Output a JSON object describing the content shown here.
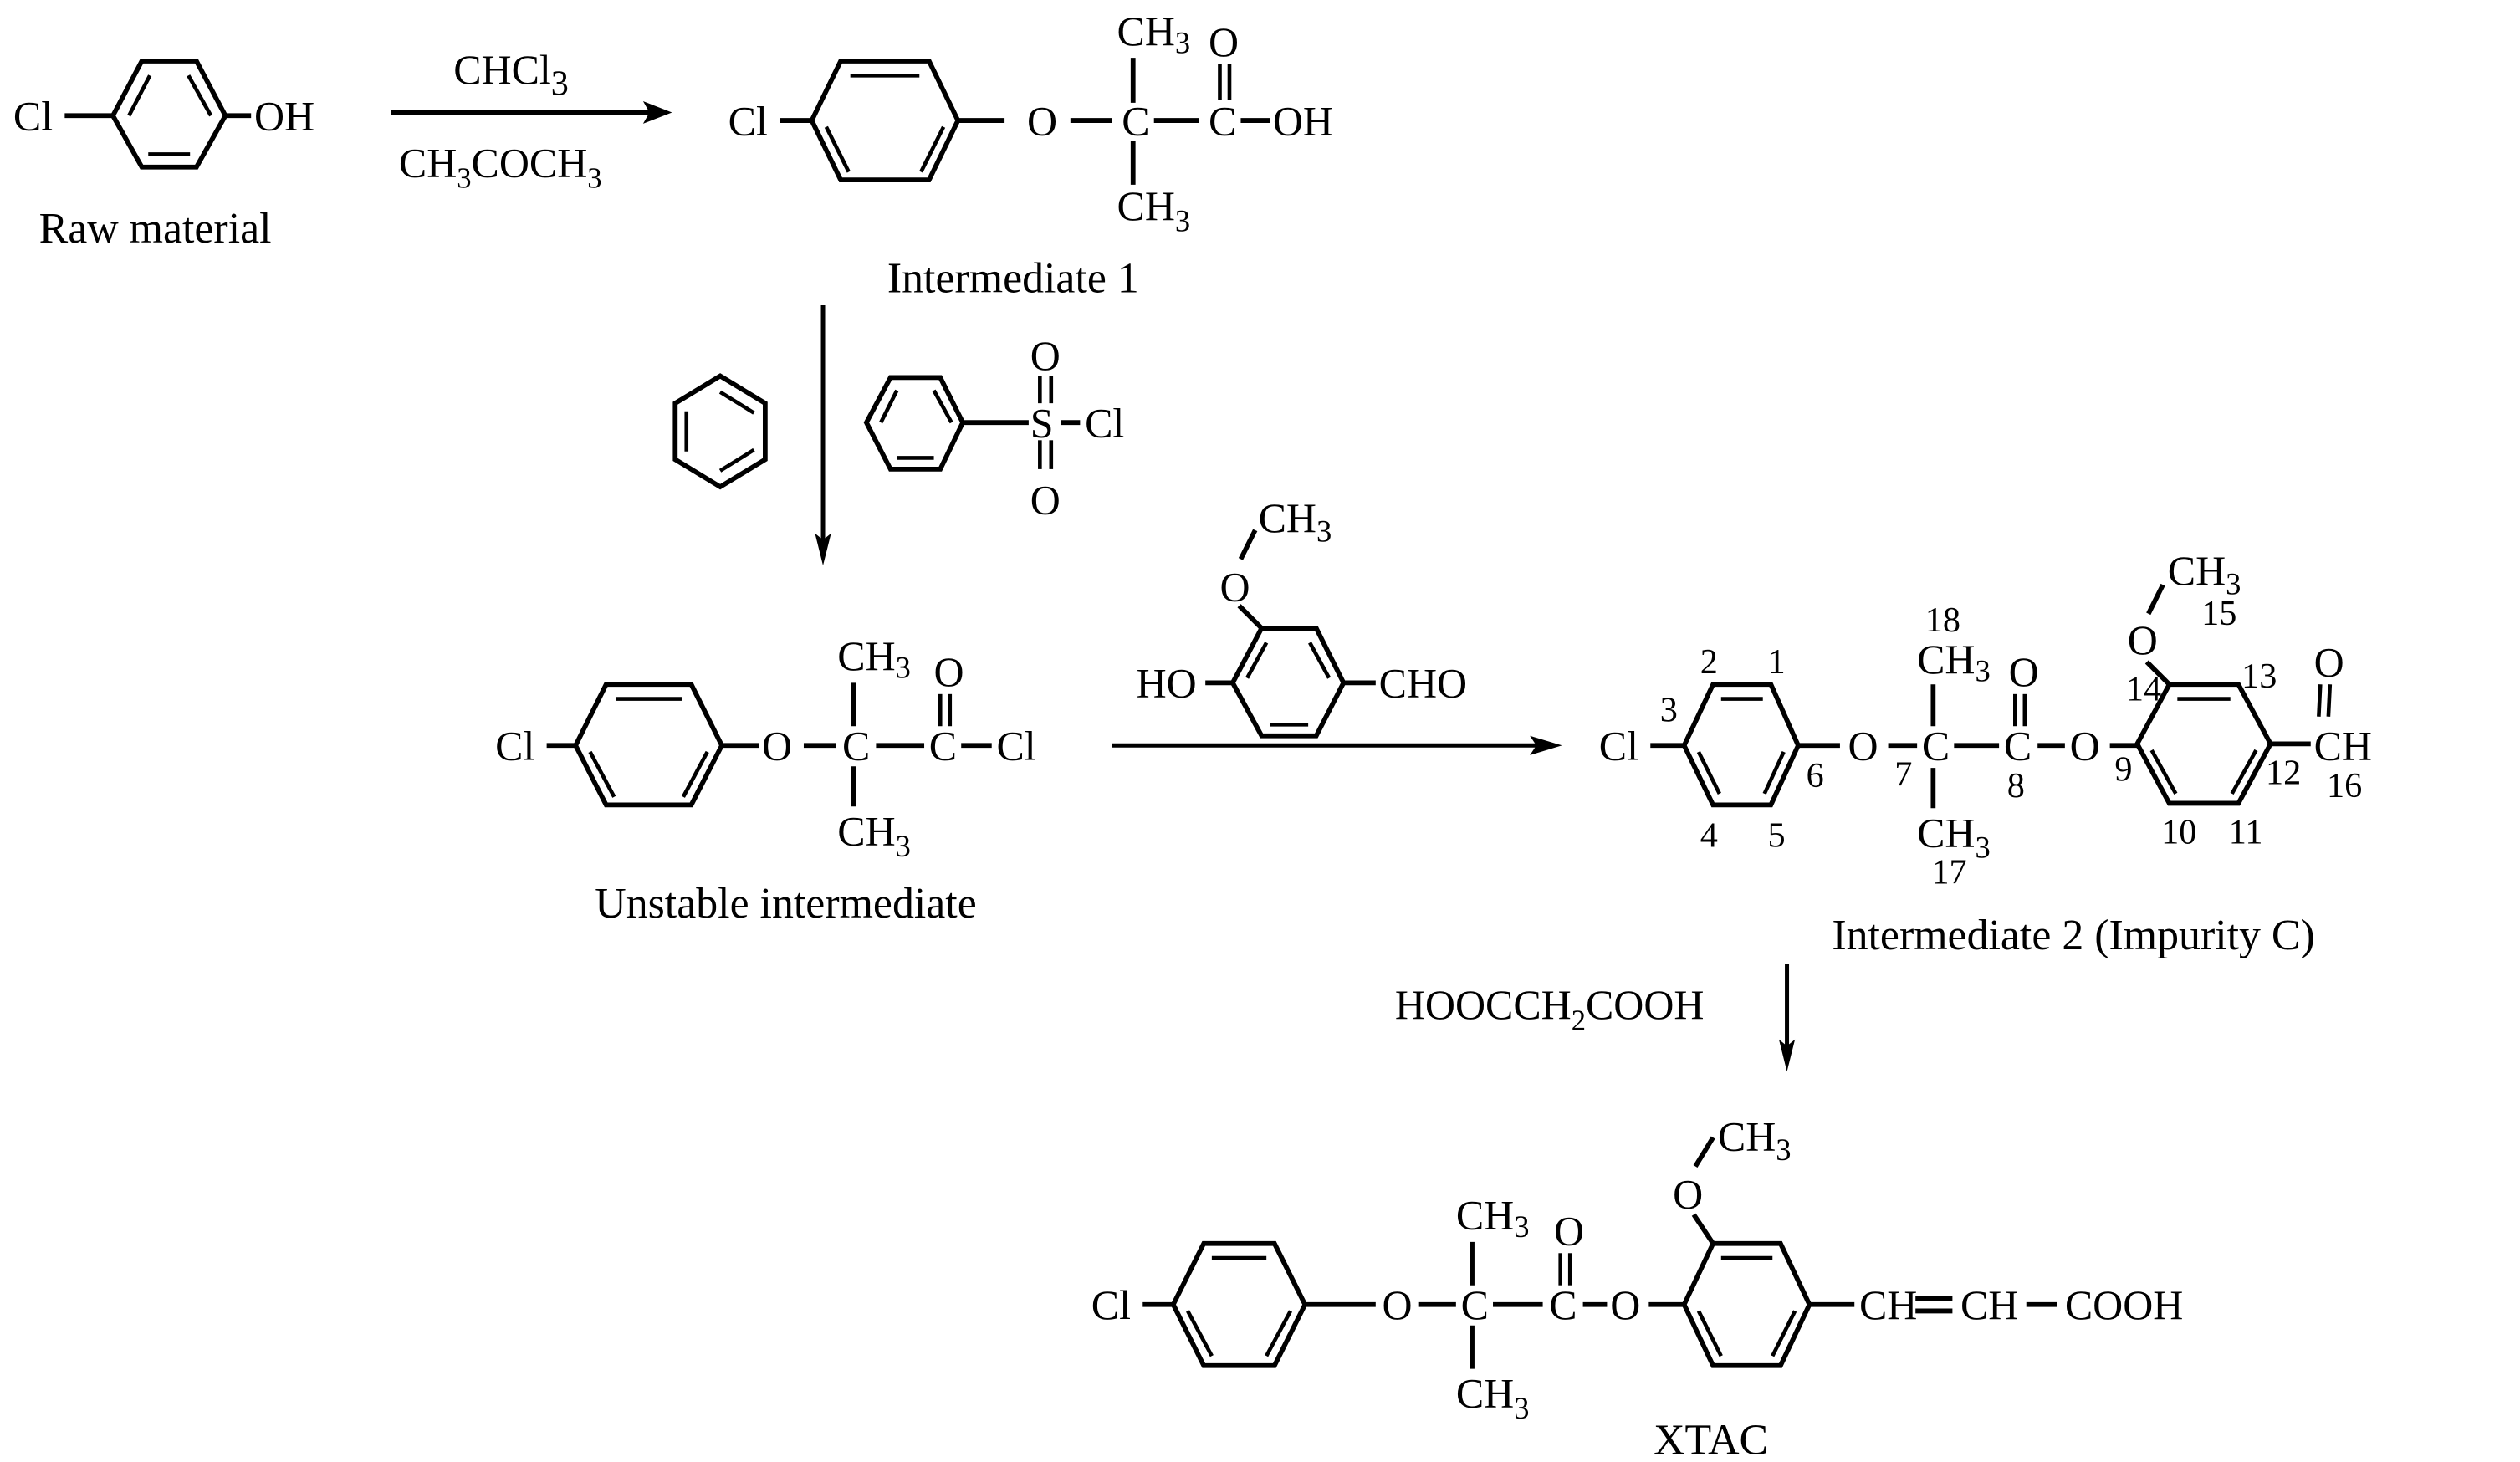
{
  "title": "Synthesis route of XTAC",
  "colors": {
    "ink": "#000000",
    "background": "#ffffff"
  },
  "compounds": {
    "raw_material": {
      "label": "Raw material",
      "atoms": {
        "cl": "Cl",
        "oh": "OH"
      }
    },
    "intermediate_1": {
      "label": "Intermediate 1",
      "atoms": {
        "cl": "Cl",
        "o": "O",
        "c1": "C",
        "c2": "C",
        "oh": "OH",
        "ch3_top": "CH",
        "ch3_top_sub": "3",
        "o_carbonyl": "O",
        "ch3_bottom": "CH",
        "ch3_bottom_sub": "3"
      }
    },
    "benzene": {
      "icon": "benzene-ring"
    },
    "benzenesulfonyl_chloride": {
      "atoms": {
        "s": "S",
        "cl": "Cl",
        "o_top": "O",
        "o_bottom": "O"
      }
    },
    "unstable_intermediate": {
      "label": "Unstable intermediate",
      "atoms": {
        "cl": "Cl",
        "o": "O",
        "c1": "C",
        "c2": "C",
        "cl2": "Cl",
        "ch3_top": "CH",
        "ch3_top_sub": "3",
        "o_carbonyl": "O",
        "ch3_bottom": "CH",
        "ch3_bottom_sub": "3"
      }
    },
    "vanillin": {
      "atoms": {
        "ho": "HO",
        "cho": "CHO",
        "o": "O",
        "ch3": "CH",
        "ch3_sub": "3"
      }
    },
    "intermediate_2": {
      "label": "Intermediate 2 (Impurity C)",
      "atoms": {
        "cl": "Cl",
        "o1": "O",
        "c7": "C",
        "c8": "C",
        "o2": "O",
        "ch3_top": "CH",
        "ch3_top_sub": "3",
        "o_carbonyl": "O",
        "ch3_bottom": "CH",
        "ch3_bottom_sub": "3",
        "o_methoxy": "O",
        "ch3_methoxy": "CH",
        "ch3_methoxy_sub": "3",
        "ch_aldehyde": "CH",
        "o_aldehyde": "O"
      },
      "numbering": [
        "1",
        "2",
        "3",
        "4",
        "5",
        "6",
        "7",
        "8",
        "9",
        "10",
        "11",
        "12",
        "13",
        "14",
        "15",
        "16",
        "17",
        "18"
      ]
    },
    "xtac": {
      "label": "XTAC",
      "atoms": {
        "cl": "Cl",
        "o1": "O",
        "c1": "C",
        "c2": "C",
        "o2": "O",
        "ch3_top": "CH",
        "ch3_top_sub": "3",
        "o_carbonyl": "O",
        "ch3_bottom": "CH",
        "ch3_bottom_sub": "3",
        "o_methoxy": "O",
        "ch3_methoxy": "CH",
        "ch3_methoxy_sub": "3",
        "ch_a": "CH",
        "ch_b": "CH",
        "cooh": "COOH"
      }
    }
  },
  "reagents": {
    "step1_top": {
      "main": "CHCl",
      "sub": "3"
    },
    "step1_bottom": {
      "a": "CH",
      "a_sub": "3",
      "b": "COCH",
      "b_sub": "3"
    },
    "step3": {
      "a": "HOOCCH",
      "a_sub": "2",
      "b": "COOH"
    }
  }
}
